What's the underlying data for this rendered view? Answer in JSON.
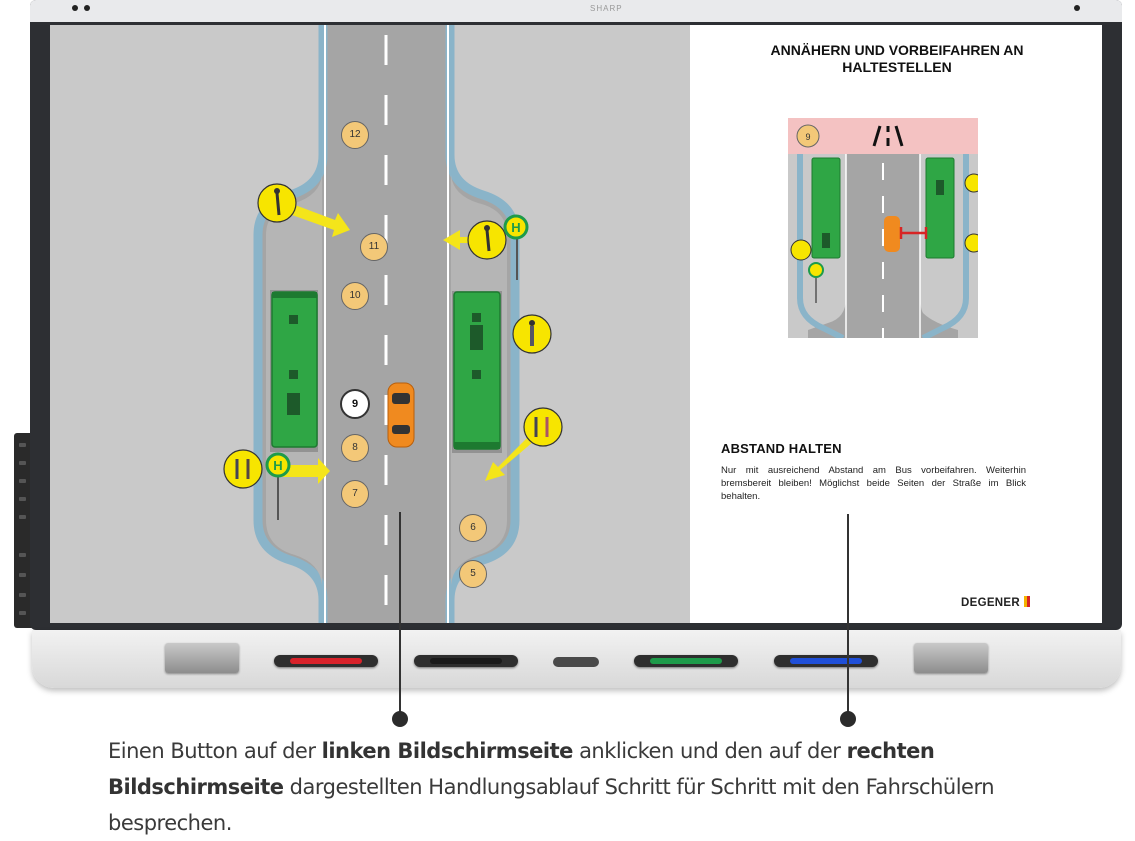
{
  "board": {
    "brand": "SHARP"
  },
  "left_scene": {
    "clock_steps": [
      "12",
      "11",
      "10",
      "9",
      "8",
      "7",
      "6",
      "5"
    ],
    "active_step": "9",
    "colors": {
      "road": "#a5a5a5",
      "lane_edge": "#8ab4c9",
      "bus": "#2fa645",
      "car": "#f08a1f",
      "arrow": "#f4e51a",
      "marker_bg": "#f3c878"
    }
  },
  "right_pane": {
    "title": "ANNÄHERN UND VORBEIFAHREN AN\nHALTESTELLEN",
    "thumbnail": {
      "step_badge": "9"
    },
    "section_heading": "ABSTAND HALTEN",
    "section_body": "Nur mit ausreichend Abstand am Bus vorbeifahren. Weiterhin bremsbereit bleiben! Möglichst beide Seiten der Straße im Blick behalten.",
    "logo": "DEGENER"
  },
  "tray": {
    "pen_colors": [
      "#d8222a",
      "#1a1a1a",
      "#1e9b4a",
      "#1f4fd8"
    ]
  },
  "caption": {
    "part1": "Einen Button auf der ",
    "bold1": "linken Bildschirmseite",
    "part2": " anklicken und den auf der ",
    "bold2": "rechten Bildschirmseite",
    "part3": " dargestellten Handlungsablauf Schritt für Schritt mit den Fahrschülern besprechen."
  }
}
